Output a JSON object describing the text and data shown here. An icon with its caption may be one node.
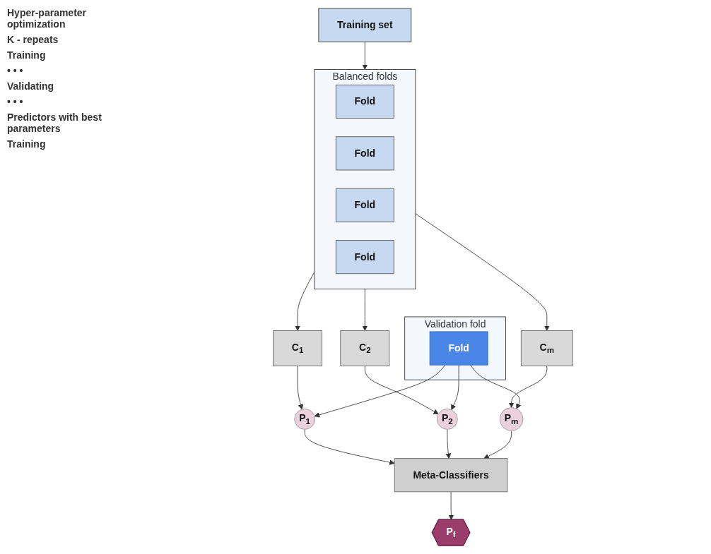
{
  "diagram": {
    "nodes": [
      {
        "text": [
          "Training set"
        ]
      },
      {
        "text": [
          "Balanced folds"
        ]
      },
      {
        "text": [
          "Fold"
        ],
        "in": 1
      },
      {
        "text": [
          "Fold"
        ],
        "in": 1
      },
      {
        "text": [
          "Fold"
        ],
        "in": 1
      },
      {
        "text": [
          "Fold"
        ],
        "in": 1
      },
      {
        "text": [
          "Validation fold"
        ]
      },
      {
        "text": [
          "Fold"
        ],
        "in": 6
      },
      {
        "text": [
          "C$_{1}$"
        ]
      },
      {
        "text": [
          "C$_{2}$"
        ]
      },
      {
        "text": [
          "C$_{m}$"
        ]
      },
      {
        "text": [
          "P$_{1}$"
        ]
      },
      {
        "text": [
          "P$_{2}$"
        ]
      },
      {
        "text": [
          "P$_{m}$"
        ]
      },
      {
        "text": [
          "Meta-Classifiers"
        ]
      },
      {
        "text": [
          "P$_{f}$"
        ]
      }
    ],
    "edges": [
      {
        "from": 0,
        "to": 1,
        "arrow": "to"
      },
      {
        "from": 1,
        "to": 8,
        "arrow": "to"
      },
      {
        "from": 1,
        "to": 9,
        "arrow": "to"
      },
      {
        "from": 1,
        "to": 10,
        "arrow": "to"
      },
      {
        "from": 8,
        "to": 11,
        "arrow": "to"
      },
      {
        "from": 9,
        "to": 12,
        "arrow": "to"
      },
      {
        "from": 10,
        "to": 13,
        "arrow": "to"
      },
      {
        "from": 7,
        "to": 11,
        "arrow": "to"
      },
      {
        "from": 7,
        "to": 12,
        "arrow": "to"
      },
      {
        "from": 7,
        "to": 13,
        "arrow": "to"
      },
      {
        "from": 11,
        "to": 14,
        "arrow": "to"
      },
      {
        "from": 12,
        "to": 14,
        "arrow": "to"
      },
      {
        "from": 13,
        "to": 14,
        "arrow": "to"
      },
      {
        "from": 14,
        "to": 15,
        "arrow": "to"
      }
    ],
    "labels": [
      "Hyper-parameter optimization",
      "K - repeats",
      "Training",
      "• • •",
      "Validating",
      "• • •",
      "Predictors with best parameters",
      "Training"
    ]
  }
}
